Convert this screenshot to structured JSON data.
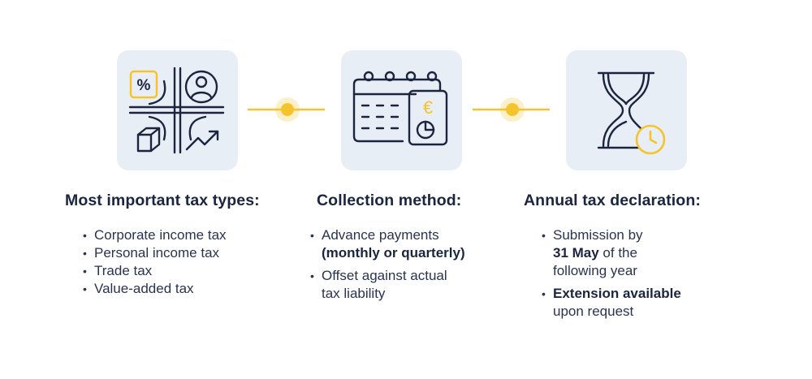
{
  "columns": [
    {
      "heading": "Most important tax types:",
      "items": [
        "Corporate income tax",
        "Personal income tax",
        "Trade tax",
        "Value-added tax"
      ]
    },
    {
      "heading": "Collection method:",
      "item1_line1": "Advance payments",
      "item1_line2": "(monthly or quarterly)",
      "item2_line1": "Offset against actual",
      "item2_line2": "tax liability"
    },
    {
      "heading": "Annual tax declaration:",
      "item1_line1": "Submission by",
      "item1_bold": "31 May",
      "item1_rest": " of the",
      "item1_line3": "following year",
      "item2_bold": "Extension available",
      "item2_line2": "upon request"
    }
  ],
  "icons": {
    "tile1": "tax-types-icon",
    "tile1_percent": "%",
    "tile2": "calendar-payment-icon",
    "tile2_currency": "€",
    "tile3": "hourglass-clock-icon"
  },
  "colors": {
    "navy": "#1c2540",
    "yellow": "#f5c42c",
    "tile_bg": "#e8eef5"
  }
}
